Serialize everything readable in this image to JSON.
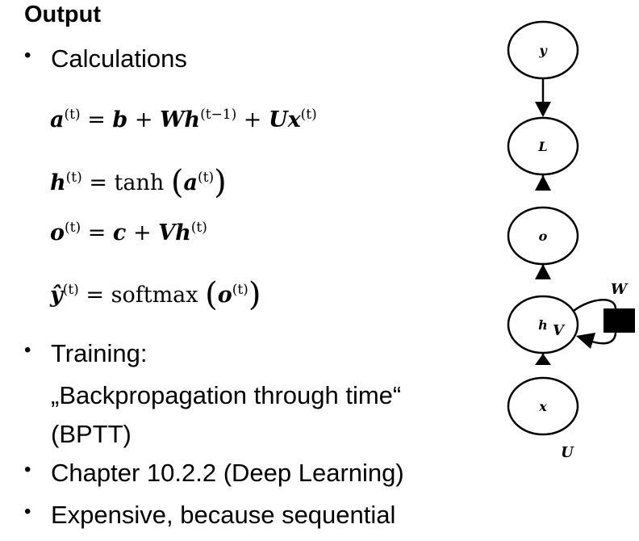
{
  "title": "Output",
  "bullets": [
    {
      "text": "Calculations"
    },
    {
      "text": "Training:",
      "sub1": "„Backpropagation through time“",
      "sub2": "(BPTT)"
    },
    {
      "text": "Chapter 10.2.2 (Deep Learning)"
    },
    {
      "text": "Expensive, because sequential"
    }
  ],
  "equations": {
    "a": "a",
    "b": "b",
    "W": "W",
    "h": "h",
    "U": "U",
    "x": "x",
    "o": "o",
    "c": "c",
    "V": "V",
    "y": "ŷ",
    "t": "(t)",
    "tm1": "(t−1)",
    "tanh": "tanh",
    "softmax": "softmax",
    "eq": " = ",
    "plus": " + "
  },
  "diagram": {
    "nodes": [
      "y",
      "L",
      "o",
      "h",
      "x"
    ],
    "edges": {
      "V": "V",
      "W": "W",
      "U": "U"
    }
  }
}
